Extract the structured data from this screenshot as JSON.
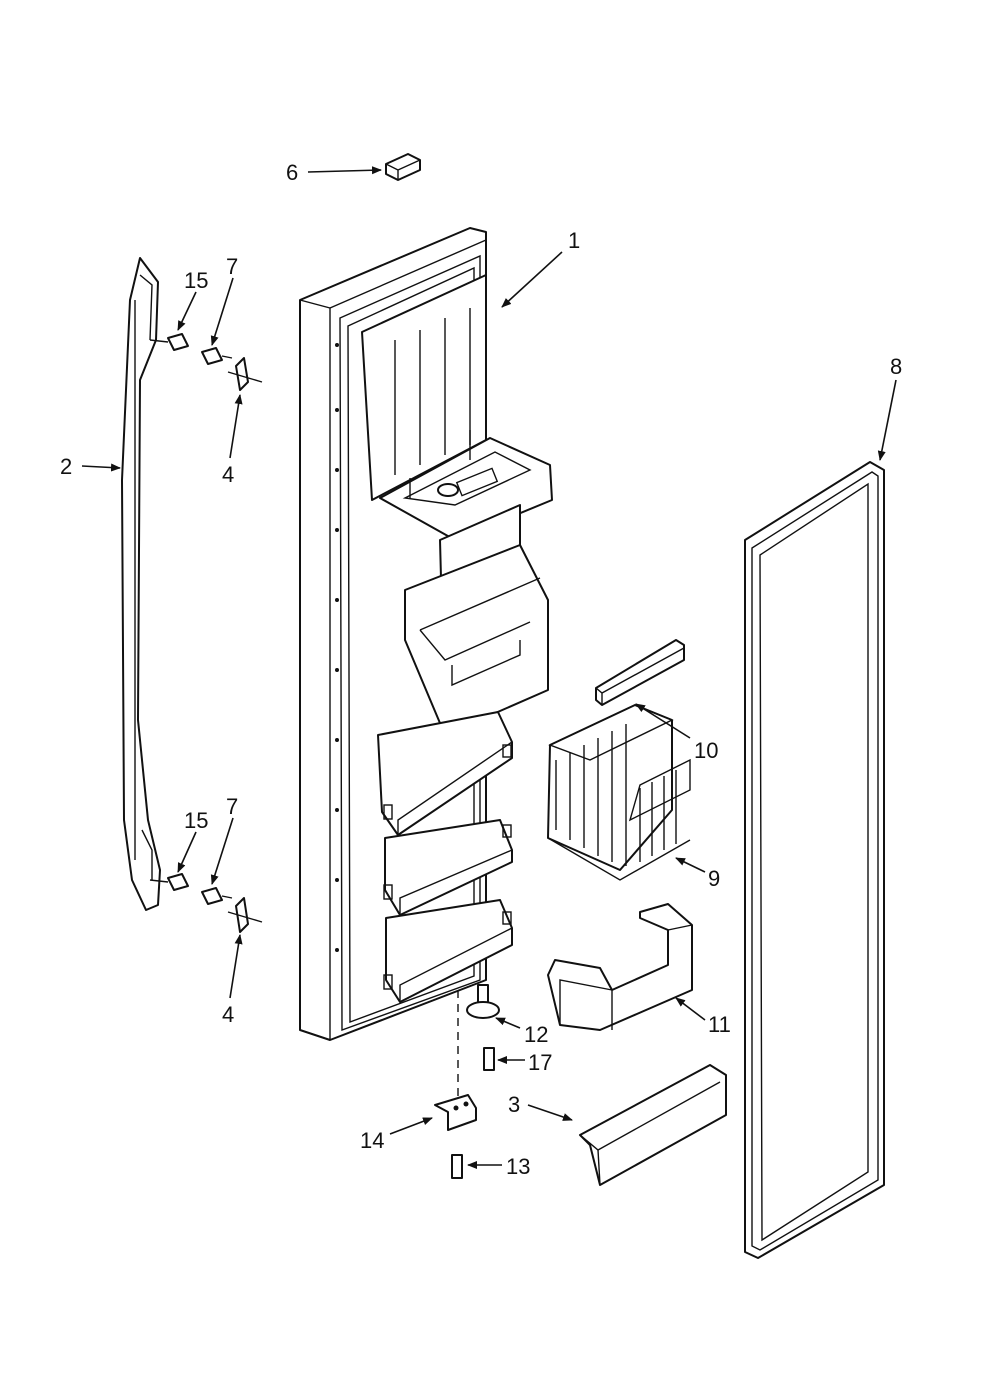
{
  "callouts": {
    "c1": "1",
    "c2": "2",
    "c3": "3",
    "c4a": "4",
    "c4b": "4",
    "c6": "6",
    "c7a": "7",
    "c7b": "7",
    "c8": "8",
    "c9": "9",
    "c10": "10",
    "c11": "11",
    "c12": "12",
    "c13": "13",
    "c14": "14",
    "c15a": "15",
    "c15b": "15",
    "c17": "17"
  },
  "colors": {
    "line": "#111111",
    "background": "#ffffff"
  }
}
